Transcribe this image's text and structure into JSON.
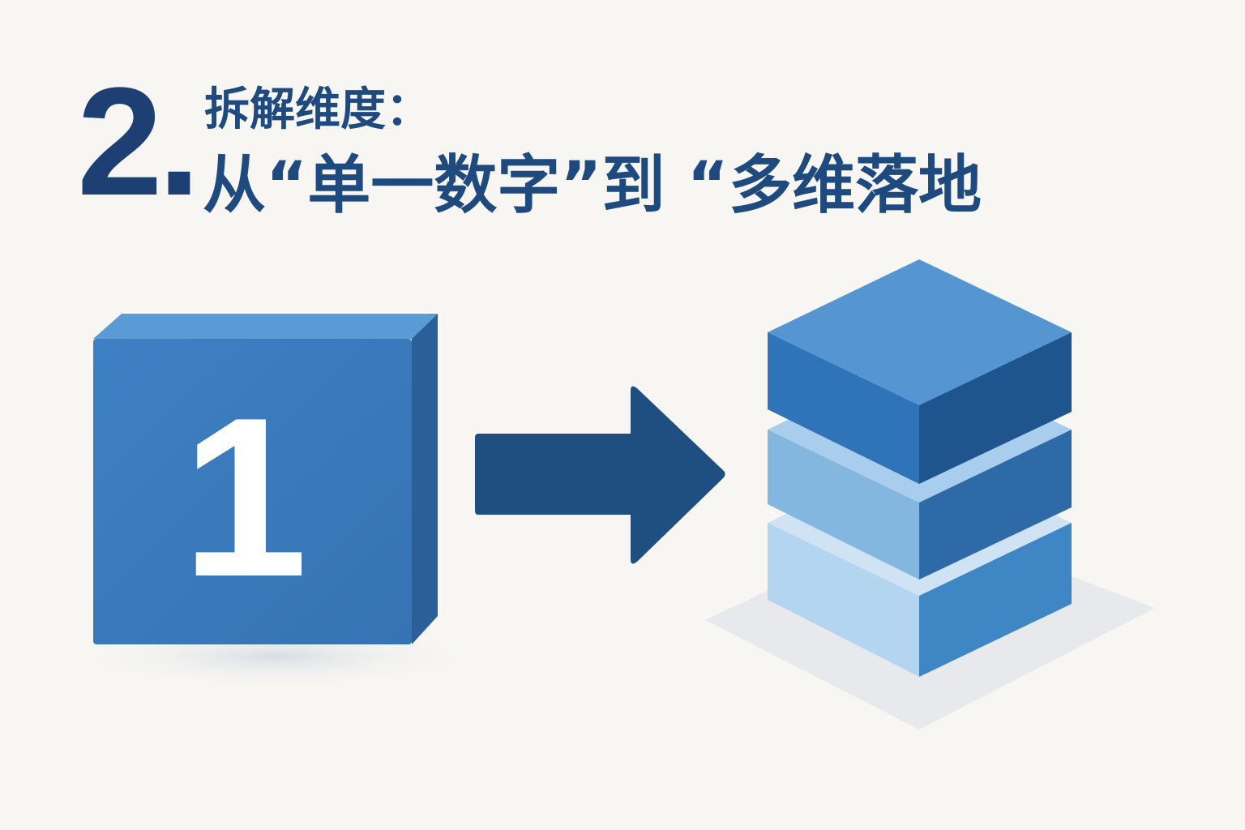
{
  "title": {
    "number": "2.",
    "subtitle": "拆解维度：",
    "headline": "从“单一数字”到 “多维落地"
  },
  "diagram": {
    "single_block_label": "1",
    "colors": {
      "text": "#1f4a80",
      "arrow": "#1f4e80",
      "block_front": "#3a7bbf",
      "block_top": "#5b9bd5",
      "block_side": "#2b5f9a"
    }
  }
}
